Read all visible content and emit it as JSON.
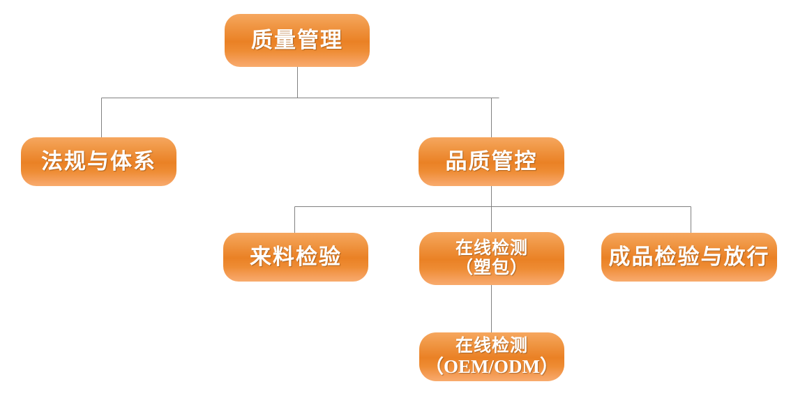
{
  "diagram": {
    "type": "org-tree",
    "title": "质量管理",
    "colors": {
      "node_gradient_top": "#f6a75f",
      "node_gradient_mid": "#ea8125",
      "node_gradient_bottom": "#f8ab6c",
      "node_text": "#ffffff",
      "connector_line": "#808080",
      "background": "#ffffff"
    },
    "nodes": [
      {
        "id": "root",
        "label": "质量管理",
        "lines": [
          "质量管理"
        ],
        "level": 0
      },
      {
        "id": "regulation",
        "label": "法规与体系",
        "lines": [
          "法规与体系"
        ],
        "level": 1
      },
      {
        "id": "quality-control",
        "label": "品质管控",
        "lines": [
          "品质管控"
        ],
        "level": 1
      },
      {
        "id": "incoming-inspection",
        "label": "来料检验",
        "lines": [
          "来料检验"
        ],
        "level": 2
      },
      {
        "id": "online-inspection-package",
        "label": "在线检测（塑包）",
        "lines": [
          "在线检测",
          "（塑包）"
        ],
        "level": 2
      },
      {
        "id": "finished-goods-release",
        "label": "成品检验与放行",
        "lines": [
          "成品检验与放行"
        ],
        "level": 2
      },
      {
        "id": "online-inspection-oem",
        "label": "在线检测（OEM/ODM）",
        "lines": [
          "在线检测",
          "（OEM/ODM）"
        ],
        "level": 3
      }
    ],
    "edges": [
      {
        "from": "root",
        "to": "regulation"
      },
      {
        "from": "root",
        "to": "quality-control"
      },
      {
        "from": "quality-control",
        "to": "incoming-inspection"
      },
      {
        "from": "quality-control",
        "to": "online-inspection-package"
      },
      {
        "from": "quality-control",
        "to": "finished-goods-release"
      },
      {
        "from": "online-inspection-package",
        "to": "online-inspection-oem"
      }
    ]
  }
}
